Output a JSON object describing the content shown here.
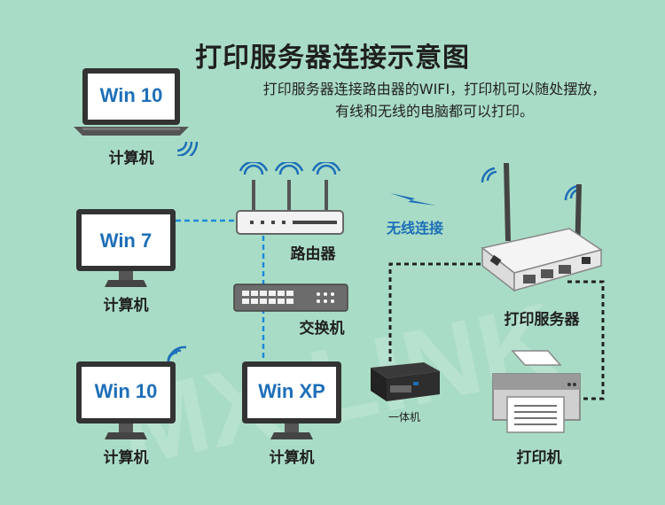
{
  "title": "打印服务器连接示意图",
  "subtitle": "打印服务器连接路由器的WIFI，打印机可以随处摆放，有线和无线的电脑都可以打印。",
  "watermark": "MX-LINK",
  "wireless_label": "无线连接",
  "devices": {
    "laptop": {
      "screen": "Win 10",
      "label": "计算机"
    },
    "desktop_win7": {
      "screen": "Win 7",
      "label": "计算机"
    },
    "desktop_win10": {
      "screen": "Win 10",
      "label": "计算机"
    },
    "desktop_winxp": {
      "screen": "Win XP",
      "label": "计算机"
    },
    "router": {
      "label": "路由器"
    },
    "switch": {
      "label": "交换机"
    },
    "print_server": {
      "label": "打印服务器"
    },
    "mfp": {
      "label": "一体机"
    },
    "printer": {
      "label": "打印机"
    }
  },
  "colors": {
    "background": "#a9dcc6",
    "accent": "#1d6fb8",
    "lan_line": "#1d8ad8",
    "usb_line": "#222222"
  }
}
